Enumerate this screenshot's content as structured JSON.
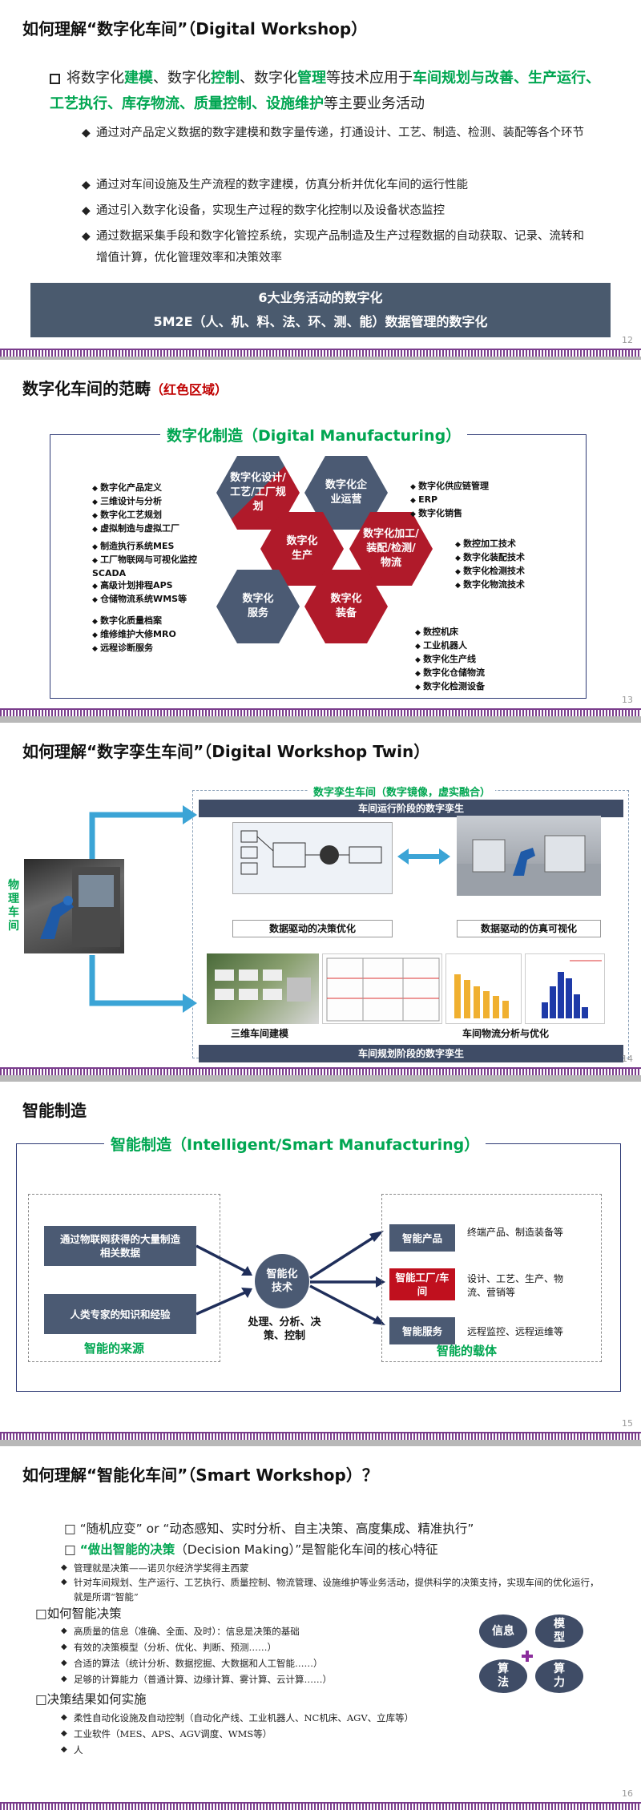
{
  "slide1": {
    "title": "如何理解“数字化车间”（Digital Workshop）",
    "lead_parts": [
      "将数字化",
      "建模",
      "、数字化",
      "控制",
      "、数字化",
      "管理",
      "等技术应用于",
      "车间规划与改善、生产运行、工艺执行、库存物流、质量控制、设施维护",
      "等主要业务活动"
    ],
    "bullets": [
      "通过对产品定义数据的数字建模和数字量传递，打通设计、工艺、制造、检测、装配等各个环节",
      "通过对车间设施及生产流程的数字建模，仿真分析并优化车间的运行性能",
      "通过引入数字化设备，实现生产过程的数字化控制以及设备状态监控",
      "通过数据采集手段和数字化管控系统，实现产品制造及生产过程数据的自动获取、记录、流转和增值计算，优化管理效率和决策效率"
    ],
    "banner_line1": "6大业务活动的数字化",
    "banner_line2": "5M2E（人、机、料、法、环、测、能）数据管理的数字化",
    "page": "12"
  },
  "slide2": {
    "title": "数字化车间的范畴",
    "title_note": "（红色区域）",
    "frame_label": "数字化制造（Digital Manufacturing）",
    "hex": [
      "数字化设计/工艺/工厂规划",
      "数字化企业运营",
      "数字化生产",
      "数字化加工/装配/检测/物流",
      "数字化服务",
      "数字化装备"
    ],
    "left_top": [
      "数字化产品定义",
      "三维设计与分析",
      "数字化工艺规划",
      "虚拟制造与虚拟工厂"
    ],
    "left_mid": [
      "制造执行系统MES",
      "工厂物联网与可视化监控SCADA",
      "高级计划排程APS",
      "仓储物流系统WMS等"
    ],
    "left_bot": [
      "数字化质量档案",
      "维修维护大修MRO",
      "远程诊断服务"
    ],
    "right_top": [
      "数字化供应链管理",
      "ERP",
      "数字化销售"
    ],
    "right_mid": [
      "数控加工技术",
      "数字化装配技术",
      "数字化检测技术",
      "数字化物流技术"
    ],
    "right_bot": [
      "数控机床",
      "工业机器人",
      "数字化生产线",
      "数字化仓储物流",
      "数字化检测设备"
    ],
    "page": "13"
  },
  "slide3": {
    "title": "如何理解“数字孪生车间”（Digital Workshop Twin）",
    "frame_label": "数字孪生车间（数字镜像，虚实融合）",
    "side_label": "物理车间",
    "bar_top": "车间运行阶段的数字孪生",
    "bar_bottom": "车间规划阶段的数字孪生",
    "cap1": "数据驱动的决策优化",
    "cap2": "数据驱动的仿真可视化",
    "cap3": "三维车间建模",
    "cap4": "车间物流分析与优化",
    "page": "14"
  },
  "slide4": {
    "title": "智能制造",
    "frame_label": "智能制造（Intelligent/Smart Manufacturing）",
    "src1": "通过物联网获得的大量制造相关数据",
    "src2": "人类专家的知识和经验",
    "src_label": "智能的来源",
    "center": "智能化技术",
    "center_sub": "处理、分析、决策、控制",
    "c1": "智能产品",
    "c2": "智能工厂/车间",
    "c3": "智能服务",
    "d1": "终端产品、制造装备等",
    "d2": "设计、工艺、生产、物流、营销等",
    "d3": "远程监控、远程运维等",
    "carrier_label": "智能的载体",
    "page": "15"
  },
  "slide5": {
    "title": "如何理解“智能化车间”（Smart Workshop）？",
    "l1": "“随机应变” or “动态感知、实时分析、自主决策、高度集成、精准执行”",
    "l2a": "“做出智能的决策",
    "l2b": "（Decision Making）”是智能化车间的核心特征",
    "s1": "管理就是决策——诺贝尔经济学奖得主西蒙",
    "s2": "针对车间规划、生产运行、工艺执行、质量控制、物流管理、设施维护等业务活动，提供科学的决策支持，实现车间的优化运行，就是所谓“智能”",
    "h2": "如何智能决策",
    "s3": "高质量的信息（准确、全面、及时）：信息是决策的基础",
    "s4": "有效的决策模型（分析、优化、判断、预测……）",
    "s5": "合适的算法（统计分析、数据挖掘、大数据和人工智能……）",
    "s6": "足够的计算能力（普通计算、边缘计算、雾计算、云计算……）",
    "h3": "决策结果如何实施",
    "s7": "柔性自动化设施及自动控制（自动化产线、工业机器人、NC机床、AGV、立库等）",
    "s8": "工业软件（MES、APS、AGV调度、WMS等）",
    "s9": "人",
    "ov1": "信息",
    "ov2": "模型",
    "ov3": "算法",
    "ov4": "算力",
    "page": "16"
  }
}
